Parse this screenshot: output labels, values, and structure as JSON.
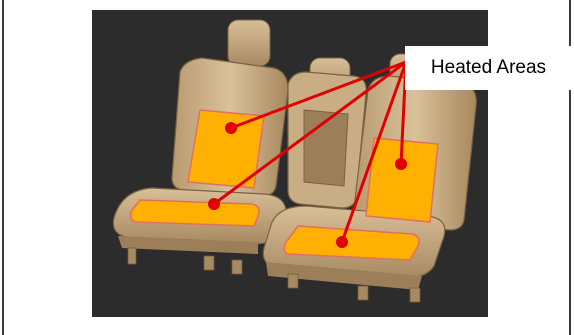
{
  "diagram": {
    "callout_label": "Heated Areas",
    "colors": {
      "background": "#2c2c2c",
      "seat": "#c4a880",
      "seat_shadow": "#8a7050",
      "heated_area": "#ffb000",
      "heated_outline": "#e07060",
      "pointer": "#e00000"
    },
    "heated_zones": [
      "left-backrest",
      "left-cushion",
      "right-backrest",
      "right-cushion"
    ]
  }
}
